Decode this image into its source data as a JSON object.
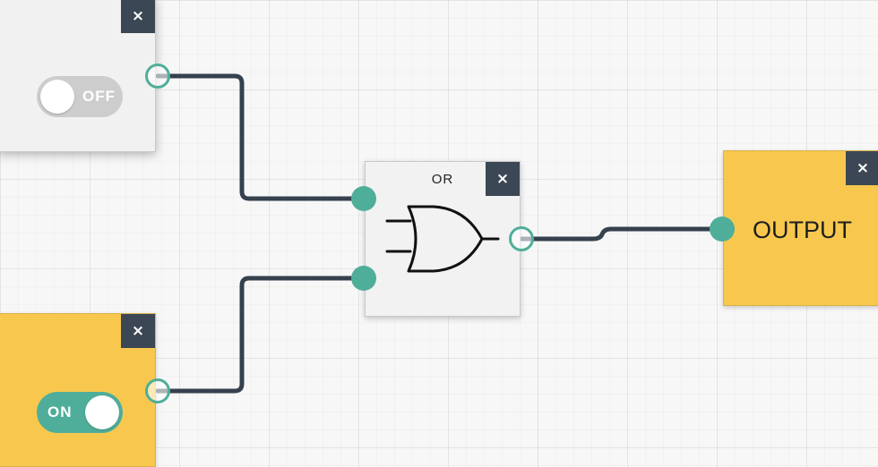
{
  "nodes": {
    "switch_off": {
      "toggle_label": "OFF",
      "close_label": "×"
    },
    "switch_on": {
      "toggle_label": "ON",
      "close_label": "×"
    },
    "or_gate": {
      "title": "OR",
      "close_label": "×"
    },
    "output": {
      "label": "OUTPUT",
      "close_label": "×"
    }
  },
  "icons": {
    "close": "close-icon",
    "or_gate": "or-gate-symbol-icon"
  },
  "colors": {
    "active_fill": "#f8c84e",
    "inactive_fill": "#f1f1f1",
    "port": "#4fae99",
    "wire": "#35414d",
    "close_button": "#3b4754",
    "toggle_off": "#cdcdcd",
    "toggle_on": "#4fae99"
  }
}
